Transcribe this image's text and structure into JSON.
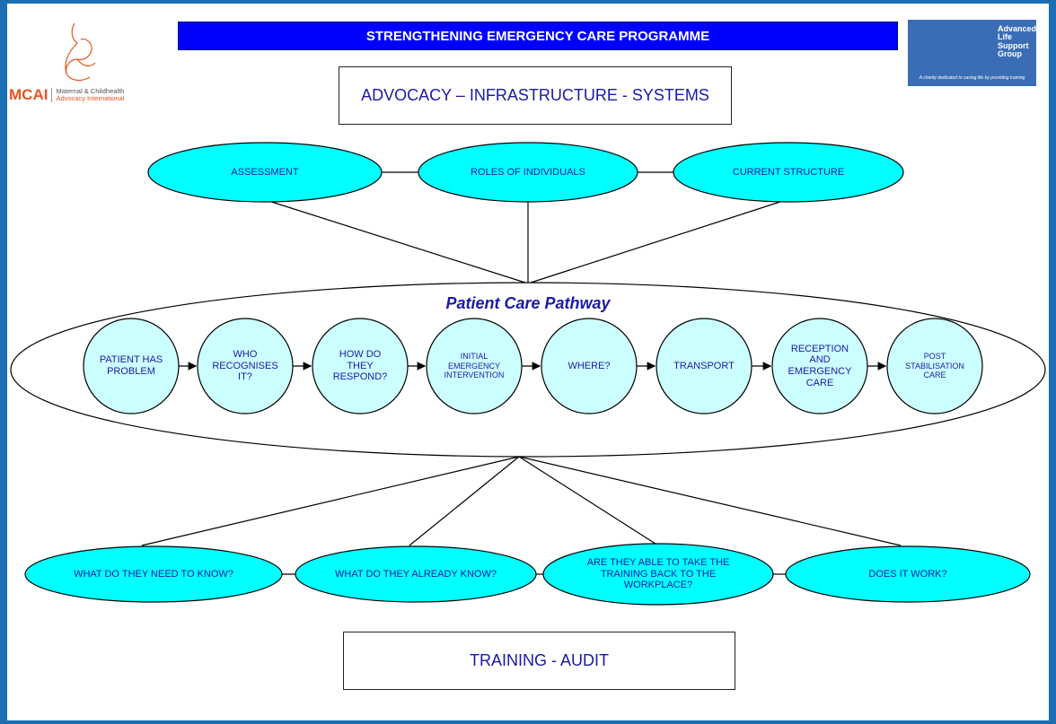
{
  "header": {
    "title": "STRENGTHENING EMERGENCY CARE PROGRAMME"
  },
  "logos": {
    "left": {
      "name": "MCAI",
      "line1": "Maternal & Childhealth",
      "line2": "Advocacy International",
      "accent": "#e8531e"
    },
    "right": {
      "word1": "Advanced",
      "word2": "Life",
      "word3": "Support",
      "word4": "Group",
      "tagline": "A charity dedicated to saving life by providing training",
      "accent": "#3a6db5"
    }
  },
  "top_box": "ADVOCACY – INFRASTRUCTURE - SYSTEMS",
  "top_ovals": [
    "ASSESSMENT",
    "ROLES OF INDIVIDUALS",
    "CURRENT STRUCTURE"
  ],
  "pathway": {
    "title": "Patient Care Pathway",
    "steps": [
      "PATIENT HAS\nPROBLEM",
      "WHO\nRECOGNISES\nIT?",
      "HOW DO\nTHEY\nRESPOND?",
      "INITIAL\nEMERGENCY\nINTERVENTION",
      "WHERE?",
      "TRANSPORT",
      "RECEPTION\nAND\nEMERGENCY\nCARE",
      "POST\nSTABILISATION\nCARE"
    ]
  },
  "bottom_ovals": [
    "WHAT DO THEY NEED TO KNOW?",
    "WHAT DO THEY ALREADY KNOW?",
    "ARE THEY ABLE TO TAKE THE\nTRAINING BACK TO THE\nWORKPLACE?",
    "DOES IT WORK?"
  ],
  "bottom_box": "TRAINING - AUDIT",
  "colors": {
    "frame": "#1a6fb5",
    "title_bar": "#0000ff",
    "oval_fill": "#00ffff",
    "step_fill": "#ccffff",
    "text": "#1a1aa6"
  }
}
